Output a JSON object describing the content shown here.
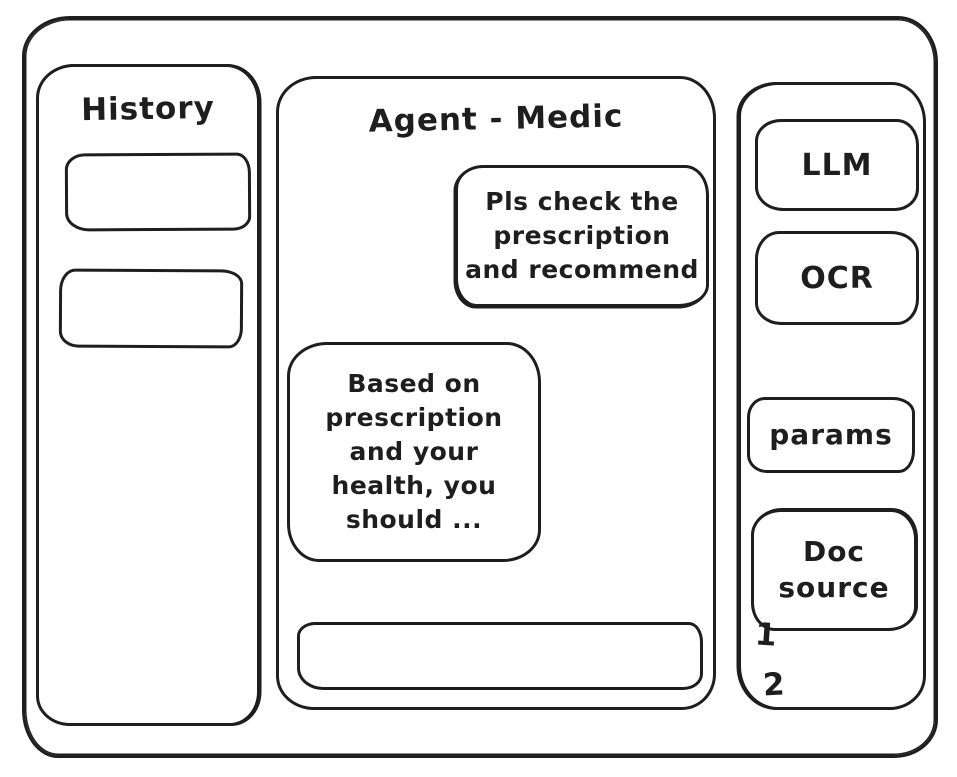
{
  "window": {
    "ink_color": "#1e1e1e",
    "background_color": "#ffffff"
  },
  "sidebar": {
    "title": "History",
    "items": [
      {
        "label": ""
      },
      {
        "label": ""
      }
    ]
  },
  "main": {
    "title": "Agent - Medic",
    "messages": {
      "user": {
        "role": "user",
        "text": "Pls check the\nprescription\nand recommend"
      },
      "agent": {
        "role": "assistant",
        "text": "Based on\nprescription\nand your\nhealth, you\nshould ..."
      }
    },
    "input": {
      "value": "",
      "placeholder": ""
    }
  },
  "tools": {
    "llm_label": "LLM",
    "ocr_label": "OCR",
    "params_label": "params",
    "doc_source_label": "Doc\nsource",
    "numbers": [
      "1",
      "2"
    ]
  }
}
